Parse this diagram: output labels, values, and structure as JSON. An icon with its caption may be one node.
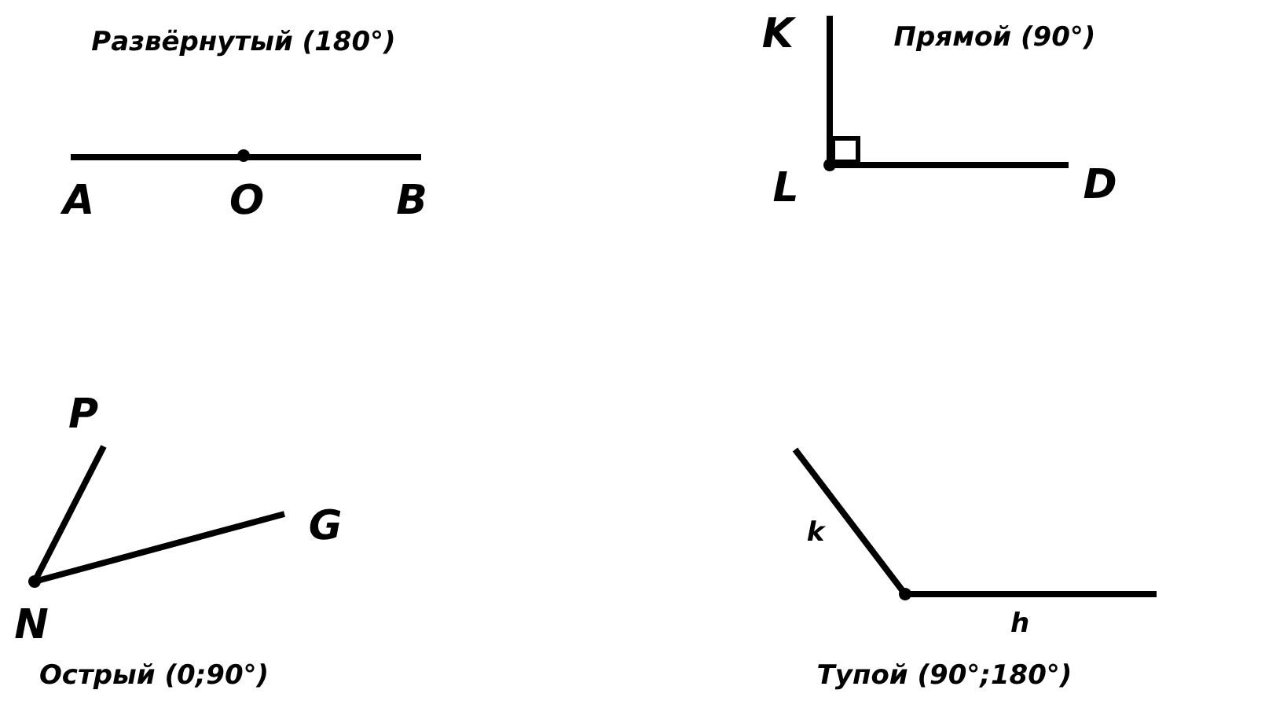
{
  "diagram": {
    "labels": [
      "Развёрнутый (180°)",
      "K",
      "Прямой (90°)",
      "A",
      "O",
      "B",
      "L",
      "D",
      "P",
      "G",
      "k",
      "N",
      "h",
      "Острый (0;90°)",
      "Тупой (90°;180°)"
    ]
  }
}
